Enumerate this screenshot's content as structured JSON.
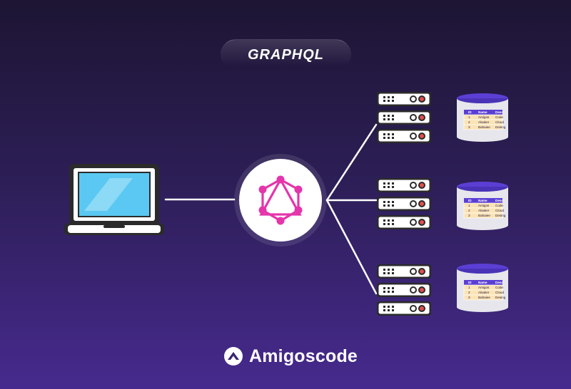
{
  "header": {
    "title": "GRAPHQL"
  },
  "brand": {
    "name": "Amigoscode"
  },
  "colors": {
    "accent": "#e535ab",
    "screen": "#5ac8f2",
    "server_red": "#e2504c",
    "table_header": "#5b3fd4",
    "table_row": "#fbe3b6"
  },
  "table": {
    "headers": [
      "ID",
      "Name",
      "Desc"
    ],
    "rows": [
      [
        "1",
        "Amigos",
        "Code"
      ],
      [
        "2",
        "Alsaker",
        "Cloud"
      ],
      [
        "3",
        "Bahaiee",
        "Desing"
      ]
    ]
  }
}
